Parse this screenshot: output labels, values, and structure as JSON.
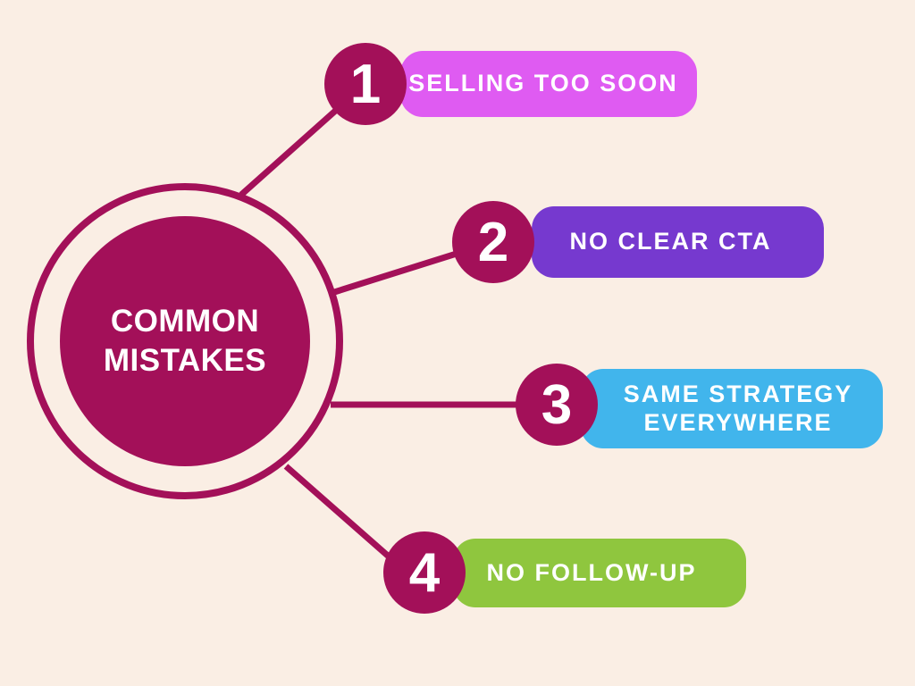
{
  "title": "COMMON MISTAKES",
  "background_color": "#faeee4",
  "accent_color": "#a31059",
  "text_color": "#ffffff",
  "center": {
    "line1": "COMMON",
    "line2": "MISTAKES"
  },
  "items": [
    {
      "number": "1",
      "label": "SELLING TOO SOON",
      "color": "#df5bf2"
    },
    {
      "number": "2",
      "label": "NO CLEAR CTA",
      "color": "#7639cf"
    },
    {
      "number": "3",
      "label": "SAME STRATEGY EVERYWHERE",
      "color": "#41b5ec"
    },
    {
      "number": "4",
      "label": "NO FOLLOW-UP",
      "color": "#8fc63e"
    }
  ]
}
